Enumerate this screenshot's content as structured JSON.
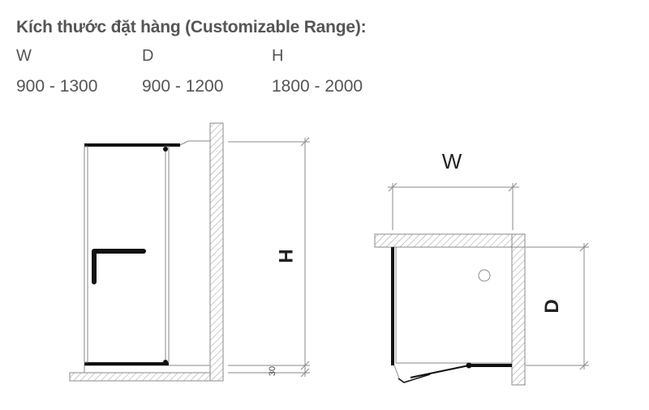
{
  "heading": "Kích thước đặt hàng (Customizable Range):",
  "dimensions": [
    {
      "label": "W",
      "range": "900 - 1300"
    },
    {
      "label": "D",
      "range": "900 - 1200"
    },
    {
      "label": "H",
      "range": "1800 - 2000"
    }
  ],
  "side_view": {
    "height_label": "H",
    "base_label": "30"
  },
  "plan_view": {
    "width_label": "W",
    "depth_label": "D"
  },
  "colors": {
    "line": "#8a8a8a",
    "frame": "#111111",
    "text": "#555555"
  }
}
